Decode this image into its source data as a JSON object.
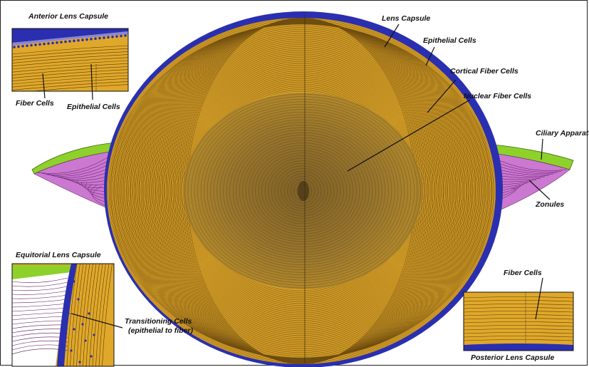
{
  "labels": {
    "anterior_lens_capsule": "Anterior Lens Capsule",
    "fiber_cells_tl": "Fiber Cells",
    "epithelial_cells_tl": "Epithelial Cells",
    "lens_capsule": "Lens Capsule",
    "epithelial_cells": "Epithelial Cells",
    "cortical_fiber_cells": "Cortical Fiber Cells",
    "nuclear_fiber_cells": "Nuclear Fiber Cells",
    "ciliary_apparatus": "Ciliary Apparatu",
    "zonules": "Zonules",
    "equitorial_lens_capsule": "Equitorial Lens Capsule",
    "transitioning_cells_1": "Transitioning Cells",
    "transitioning_cells_2": "(epithelial to fiber)",
    "fiber_cells_br": "Fiber Cells",
    "posterior_lens_capsule": "Posterior Lens Capsule"
  },
  "colors": {
    "capsule_blue": "#2a2fb0",
    "fiber_gold": "#e0a82a",
    "nucleus_brown": "#8a6a2c",
    "zonule_magenta": "#b23fb8",
    "ciliary_green": "#8ed12a"
  }
}
